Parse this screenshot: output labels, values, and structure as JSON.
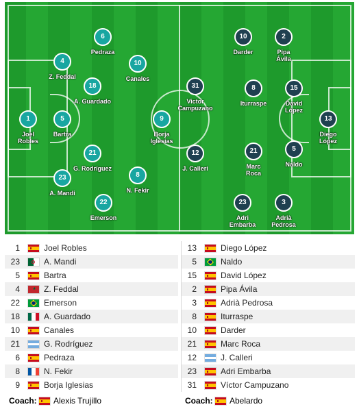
{
  "pitch": {
    "home_team": {
      "color": "#18a6a1",
      "players": [
        {
          "number": "1",
          "name": "Joel\nRobles"
        },
        {
          "number": "4",
          "name": "Z. Feddal"
        },
        {
          "number": "5",
          "name": "Bartra"
        },
        {
          "number": "23",
          "name": "A. Mandi"
        },
        {
          "number": "6",
          "name": "Pedraza"
        },
        {
          "number": "18",
          "name": "A. Guardado"
        },
        {
          "number": "21",
          "name": "G. Rodríguez"
        },
        {
          "number": "22",
          "name": "Emerson"
        },
        {
          "number": "10",
          "name": "Canales"
        },
        {
          "number": "8",
          "name": "N. Fekir"
        },
        {
          "number": "9",
          "name": "Borja\nIglesias"
        }
      ]
    },
    "away_team": {
      "color": "#1f4050",
      "players": [
        {
          "number": "31",
          "name": "Victor\nCampuzano"
        },
        {
          "number": "12",
          "name": "J. Calleri"
        },
        {
          "number": "10",
          "name": "Darder"
        },
        {
          "number": "8",
          "name": "Iturraspe"
        },
        {
          "number": "21",
          "name": "Marc\nRoca"
        },
        {
          "number": "23",
          "name": "Adri\nEmbarba"
        },
        {
          "number": "2",
          "name": "Pipa\nÁvila"
        },
        {
          "number": "15",
          "name": "David\nLópez"
        },
        {
          "number": "5",
          "name": "Naldo"
        },
        {
          "number": "3",
          "name": "Adrià\nPedrosa"
        },
        {
          "number": "13",
          "name": "Diego\nLópez"
        }
      ]
    }
  },
  "lineups": {
    "home": [
      {
        "number": "1",
        "flag": "es",
        "name": "Joel Robles"
      },
      {
        "number": "23",
        "flag": "dz",
        "name": "A. Mandi"
      },
      {
        "number": "5",
        "flag": "es",
        "name": "Bartra"
      },
      {
        "number": "4",
        "flag": "ma",
        "name": "Z. Feddal"
      },
      {
        "number": "22",
        "flag": "br",
        "name": "Emerson"
      },
      {
        "number": "18",
        "flag": "mx",
        "name": "A. Guardado"
      },
      {
        "number": "10",
        "flag": "es",
        "name": "Canales"
      },
      {
        "number": "21",
        "flag": "ar",
        "name": "G. Rodríguez"
      },
      {
        "number": "6",
        "flag": "es",
        "name": "Pedraza"
      },
      {
        "number": "8",
        "flag": "fr",
        "name": "N. Fekir"
      },
      {
        "number": "9",
        "flag": "es",
        "name": "Borja Iglesias"
      }
    ],
    "away": [
      {
        "number": "13",
        "flag": "es",
        "name": "Diego López"
      },
      {
        "number": "5",
        "flag": "br",
        "name": "Naldo"
      },
      {
        "number": "15",
        "flag": "es",
        "name": "David López"
      },
      {
        "number": "2",
        "flag": "es",
        "name": "Pipa Ávila"
      },
      {
        "number": "3",
        "flag": "es",
        "name": "Adrià Pedrosa"
      },
      {
        "number": "8",
        "flag": "es",
        "name": "Iturraspe"
      },
      {
        "number": "10",
        "flag": "es",
        "name": "Darder"
      },
      {
        "number": "21",
        "flag": "es",
        "name": "Marc Roca"
      },
      {
        "number": "12",
        "flag": "ar",
        "name": "J. Calleri"
      },
      {
        "number": "23",
        "flag": "es",
        "name": "Adri Embarba"
      },
      {
        "number": "31",
        "flag": "es",
        "name": "Víctor Campuzano"
      }
    ]
  },
  "coaches": {
    "label": "Coach:",
    "home": {
      "flag": "es",
      "name": "Alexis Trujillo"
    },
    "away": {
      "flag": "es",
      "name": "Abelardo"
    }
  }
}
